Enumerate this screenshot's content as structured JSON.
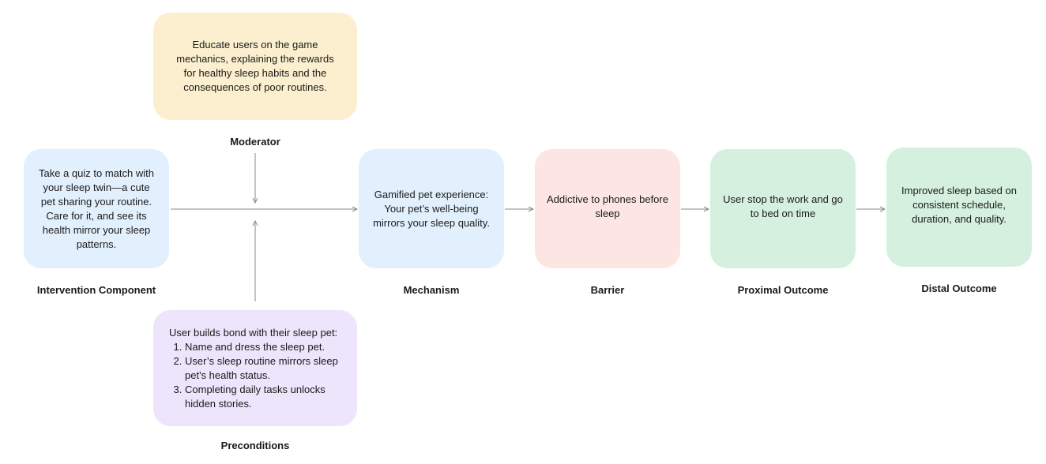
{
  "moderator": {
    "text": "Educate users on the game mechanics, explaining the rewards for healthy sleep habits and the consequences of poor routines.",
    "label": "Moderator",
    "color": "#fcefcf"
  },
  "intervention": {
    "text": "Take a quiz to match with your sleep twin—a cute pet sharing your routine. Care for it, and see its health mirror your sleep patterns.",
    "label": "Intervention Component",
    "color": "#e2f0fd"
  },
  "mechanism": {
    "text": "Gamified pet experience: Your pet’s well-being mirrors your sleep quality.",
    "label": "Mechanism",
    "color": "#e2f0fd"
  },
  "barrier": {
    "text": "Addictive to phones before sleep",
    "label": "Barrier",
    "color": "#fce5e3"
  },
  "proximal": {
    "text": "User stop the work and go to bed on time",
    "label": "Proximal Outcome",
    "color": "#d5f0de"
  },
  "distal": {
    "text": "Improved sleep based on consistent schedule, duration, and quality.",
    "label": "Distal Outcome",
    "color": "#d5f0de"
  },
  "preconditions": {
    "intro": "User builds bond with their sleep pet:",
    "items": [
      "Name and dress the sleep pet.",
      "User’s sleep routine mirrors sleep pet's health status.",
      "Completing daily tasks unlocks hidden stories."
    ],
    "label": "Preconditions",
    "color": "#ece5fb"
  }
}
